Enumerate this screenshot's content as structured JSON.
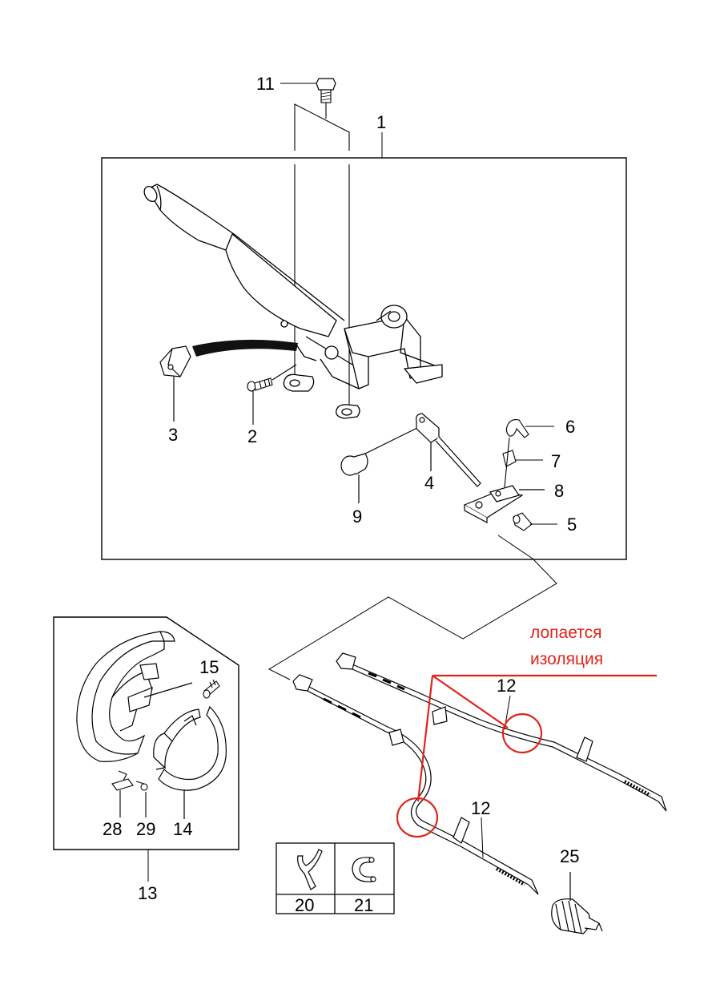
{
  "part_labels": {
    "p1": "1",
    "p2": "2",
    "p3": "3",
    "p4": "4",
    "p5": "5",
    "p6": "6",
    "p7": "7",
    "p8": "8",
    "p9": "9",
    "p11": "11",
    "p12a": "12",
    "p12b": "12",
    "p13": "13",
    "p14": "14",
    "p15": "15",
    "p20": "20",
    "p21": "21",
    "p25": "25",
    "p28": "28",
    "p29": "29"
  },
  "annotation": {
    "line1": "лопается",
    "line2": "изоляция",
    "color": "#e2231a"
  }
}
